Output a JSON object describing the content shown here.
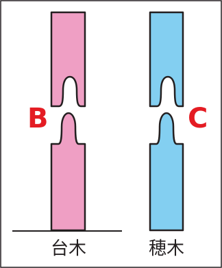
{
  "diagram": {
    "rootstock": {
      "caption": "台木",
      "letter": "B",
      "fill_color": "#ef9fc4"
    },
    "scion": {
      "caption": "穂木",
      "letter": "C",
      "fill_color": "#83cff1"
    },
    "letter_color": "#e41c23",
    "outline_color": "#231f20"
  }
}
